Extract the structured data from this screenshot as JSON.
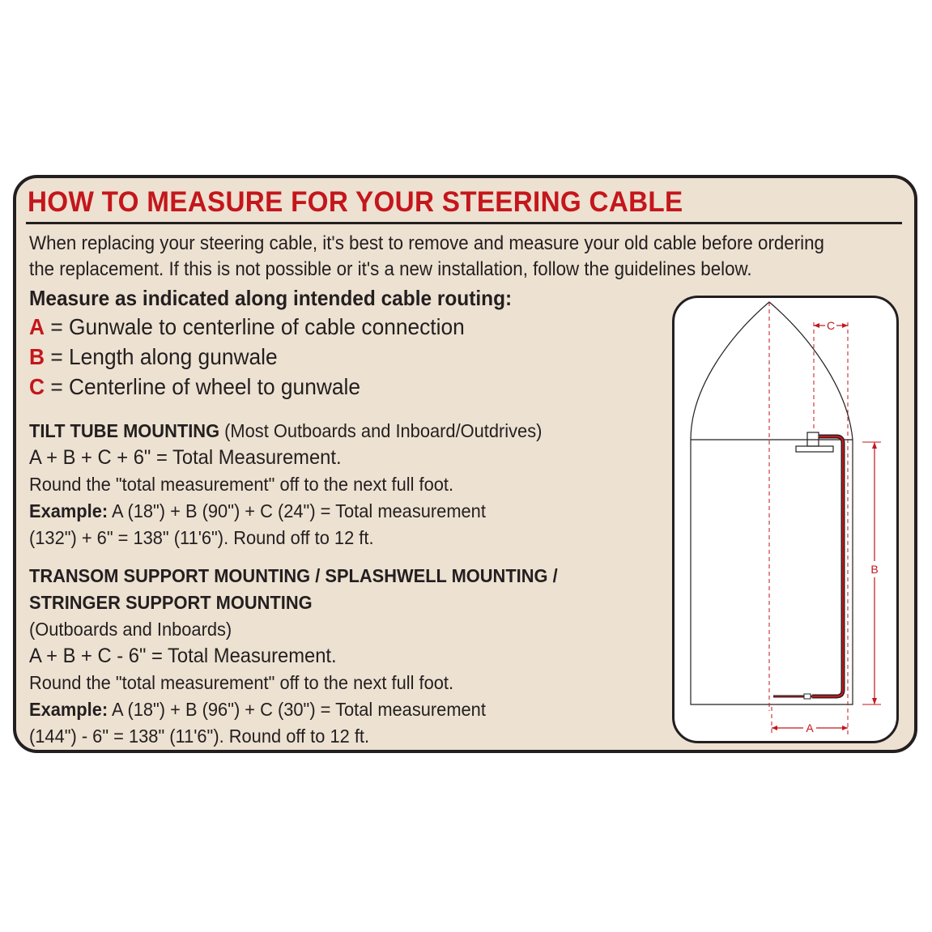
{
  "title": "HOW TO MEASURE FOR YOUR STEERING CABLE",
  "intro": [
    "When replacing your steering cable, it's best to remove and measure your old cable before ordering",
    "the replacement. If this is not possible or it's a new installation, follow the guidelines below."
  ],
  "lead": "Measure as indicated along intended cable routing:",
  "definitions": [
    {
      "letter": "A",
      "eq": " = ",
      "text": "Gunwale to centerline of cable connection"
    },
    {
      "letter": "B",
      "eq": " = ",
      "text": "Length along gunwale"
    },
    {
      "letter": "C",
      "eq": " = ",
      "text": "Centerline of wheel to gunwale"
    }
  ],
  "tilt": {
    "heading": "TILT TUBE MOUNTING",
    "subheading": " (Most Outboards and Inboard/Outdrives)",
    "formula": "A + B + C + 6\" = Total Measurement.",
    "round": "Round the \"total measurement\" off to the next full foot.",
    "example_label": "Example:",
    "example_line1": " A (18\") + B (90\") + C (24\") = Total measurement",
    "example_line2": "(132\") + 6\" = 138\" (11'6\"). Round off to 12 ft."
  },
  "transom": {
    "heading1": "TRANSOM SUPPORT MOUNTING / SPLASHWELL MOUNTING /",
    "heading2": "STRINGER SUPPORT MOUNTING",
    "subheading": "(Outboards and Inboards)",
    "formula": "A + B + C - 6\" = Total Measurement.",
    "round": "Round the \"total measurement\" off to the next full foot.",
    "example_label": "Example:",
    "example_line1": " A (18\") + B (96\") + C (30\") = Total measurement",
    "example_line2": "(144\") - 6\" = 138\" (11'6\"). Round off to 12 ft."
  },
  "diagram": {
    "label_a": "A",
    "label_b": "B",
    "label_c": "C"
  },
  "colors": {
    "accent": "#c4161c",
    "background": "#ede1d1",
    "ink": "#231f20"
  }
}
